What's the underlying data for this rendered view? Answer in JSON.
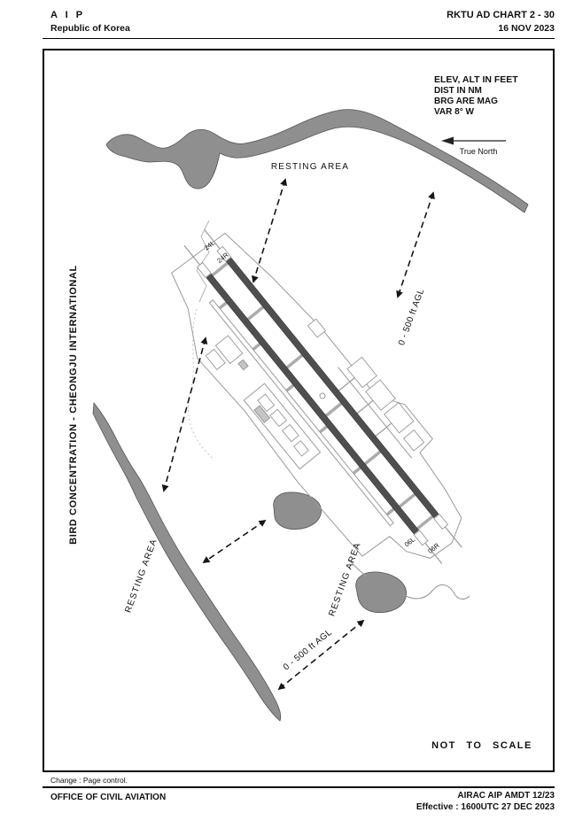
{
  "header": {
    "aip": "A I P",
    "country": "Republic of Korea",
    "chart_ref": "RKTU AD CHART 2 - 30",
    "date": "16 NOV 2023"
  },
  "chart": {
    "side_title": "BIRD CONCENTRATION - CHEONGJU INTERNATIONAL",
    "info_block": {
      "line1": "ELEV, ALT IN FEET",
      "line2": "DIST IN NM",
      "line3": "BRG ARE MAG",
      "line4": "VAR 8° W"
    },
    "true_north_label": "True North",
    "labels": {
      "resting_area_top": "RESTING AREA",
      "resting_area_left": "RESTING AREA",
      "resting_area_mid": "RESTING AREA",
      "agl_right": "0 - 500 ft AGL",
      "agl_bottom": "0 - 500 ft AGL",
      "not_to_scale": "NOT TO SCALE"
    },
    "runways": {
      "rwy_24l": "24L",
      "rwy_24r": "24R",
      "rwy_06l": "06L",
      "rwy_06r": "06R"
    },
    "colors": {
      "water_gray": "#8f8f8f",
      "runway_dark": "#4f4f4f",
      "outline_gray": "#9a9a9a"
    }
  },
  "footer": {
    "change_note": "Change : Page control.",
    "office": "OFFICE OF CIVIL AVIATION",
    "amendment": "AIRAC AIP AMDT 12/23",
    "effective": "Effective : 1600UTC 27 DEC 2023"
  }
}
